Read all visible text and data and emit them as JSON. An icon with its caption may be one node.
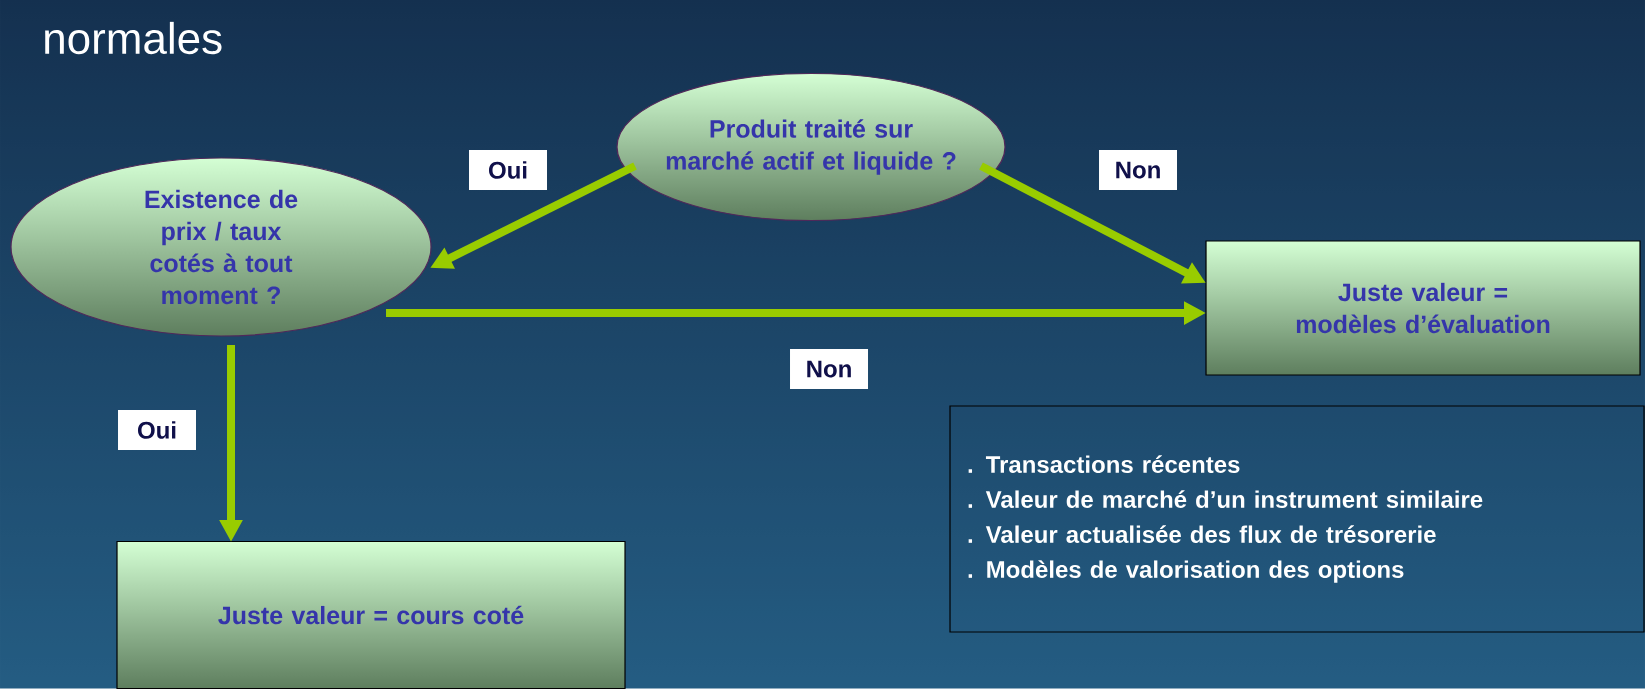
{
  "diagram": {
    "title": "normales",
    "nodes": [
      {
        "text": [
          "Produit traité sur marché actif et liquide ?"
        ]
      },
      {
        "text": [
          "Existence de prix / taux cotés à tout moment ?"
        ]
      },
      {
        "text": [
          "Juste valeur = modèles d’évaluation"
        ]
      },
      {
        "text": [
          "Juste valeur = cours coté"
        ]
      },
      {
        "text": [
          ". Transactions récentes",
          ". Valeur de marché d’un instrument similaire",
          ". Valeur actualisée des flux de trésorerie",
          ". Modèles de valorisation des options"
        ]
      }
    ],
    "edges": [
      {
        "from": 0,
        "to": 1,
        "arrow": "to",
        "label": "Oui"
      },
      {
        "from": 0,
        "to": 2,
        "arrow": "to",
        "label": "Non"
      },
      {
        "from": 1,
        "to": 2,
        "arrow": "to",
        "label": "Non"
      },
      {
        "from": 1,
        "to": 3,
        "arrow": "to",
        "label": "Oui"
      }
    ]
  }
}
